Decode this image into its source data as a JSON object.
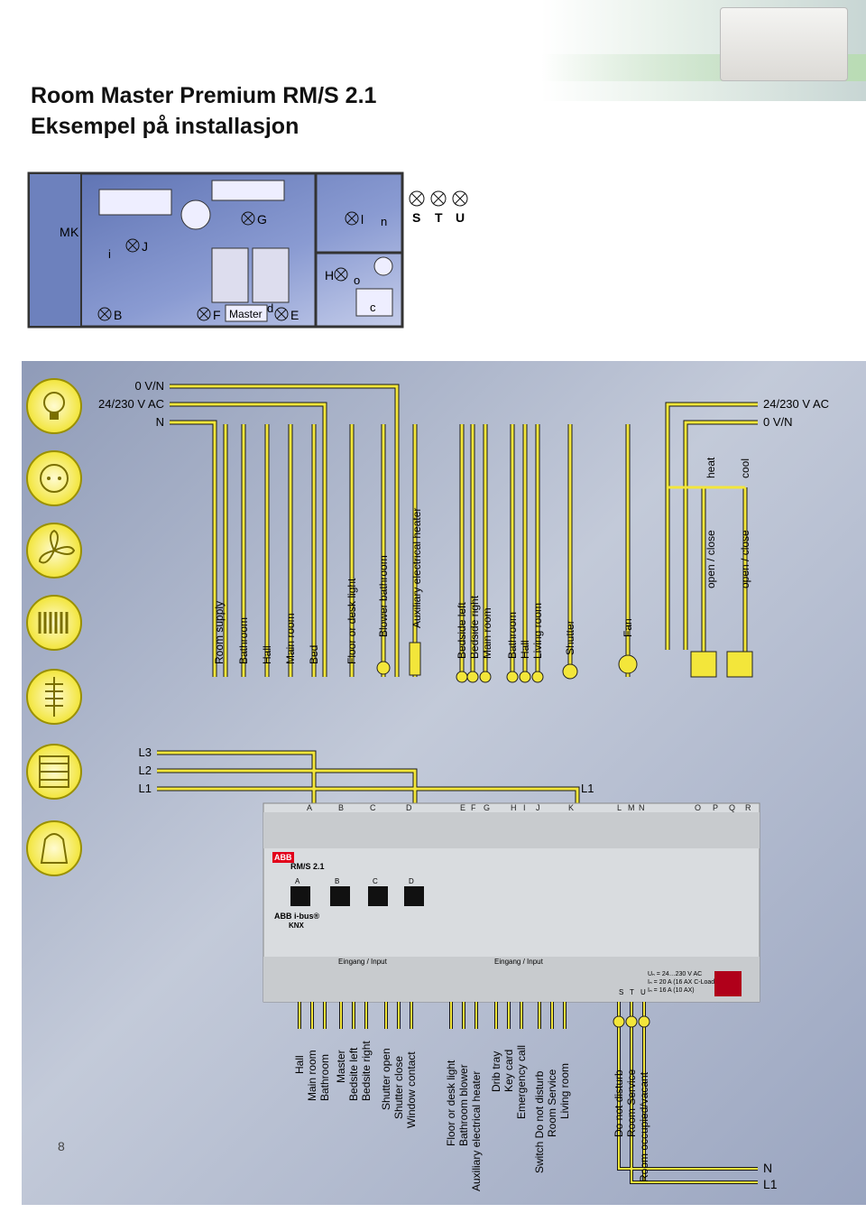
{
  "title_line1": "Room Master Premium RM/S 2.1",
  "title_line2": "Eksempel på installasjon",
  "page_number": "8",
  "floorplan": {
    "letters": [
      "M",
      "K",
      "i",
      "J",
      "G",
      "l",
      "n",
      "H",
      "o",
      "B",
      "F",
      "Master",
      "d",
      "E",
      "c"
    ],
    "signal_lamps": [
      "S",
      "T",
      "U"
    ]
  },
  "supply": {
    "left": [
      "0 V/N",
      "24/230 V AC",
      "N"
    ],
    "right": [
      "24/230 V AC",
      "0 V/N"
    ],
    "phases": [
      "L3",
      "L2",
      "L1"
    ],
    "l1_right": "L1",
    "bottom": [
      "N",
      "L1"
    ]
  },
  "outputs": {
    "group1": [
      "Room supply",
      "Bathroom",
      "Hall",
      "Main room",
      "Bed"
    ],
    "group2": [
      "Floor or desk light",
      "Blower bathroom",
      "Auxiliary electrical heater"
    ],
    "group3": [
      "Bedside left",
      "Bedside right",
      "Main room"
    ],
    "group4": [
      "Bathroom",
      "Hall",
      "Living room"
    ],
    "group5": [
      "Shutter"
    ],
    "group6": [
      "Fan"
    ],
    "valves": [
      "open / close",
      "open / close"
    ],
    "valve_modes": [
      "heat",
      "cool"
    ]
  },
  "device": {
    "top_letters": [
      "A",
      "B",
      "C",
      "D",
      "E",
      "F",
      "G",
      "H",
      "I",
      "J",
      "K",
      "L",
      "M",
      "N",
      "O",
      "P",
      "Q",
      "R"
    ],
    "brand": "ABB",
    "model": "RM/S 2.1",
    "bus": "ABB i-bus®",
    "bus_sub": "KNX",
    "switch_letters": [
      "A",
      "B",
      "C",
      "D"
    ],
    "input_label": "Eingang / Input",
    "spec": [
      "Uₙ = 24…230 V AC",
      "Iₙ = 20 A (16 AX C-Load)",
      "Iₙ = 16 A (10 AX)"
    ],
    "stu": [
      "S",
      "T",
      "U"
    ]
  },
  "inputs": {
    "group1": [
      "Hall",
      "Main room",
      "Bathroom"
    ],
    "group2": [
      "Master",
      "Bedsite left",
      "Bedsite right"
    ],
    "group3": [
      "Shutter open",
      "Shutter close",
      "Window contact"
    ],
    "group4": [
      "Floor or desk light",
      "Bathroom blower",
      "Auxiliary electrical heater"
    ],
    "group5": [
      "Drib tray",
      "Key card",
      "Emergency call"
    ],
    "group6": [
      "Switch Do not disturb",
      "Room Service",
      "Living room"
    ],
    "group7": [
      "Do not disturb",
      "Room Service",
      "Room occupied/vacant"
    ]
  },
  "colors": {
    "wire": "#f3e63a",
    "wire_dark": "#1a1a1a",
    "panel_bg": "#a9b3c8",
    "device": "#d9dcdf"
  },
  "icons": [
    "light-bulb-icon",
    "socket-icon",
    "fan-icon",
    "radiator-icon",
    "heater-coil-icon",
    "towel-heater-icon",
    "alarm-icon"
  ]
}
